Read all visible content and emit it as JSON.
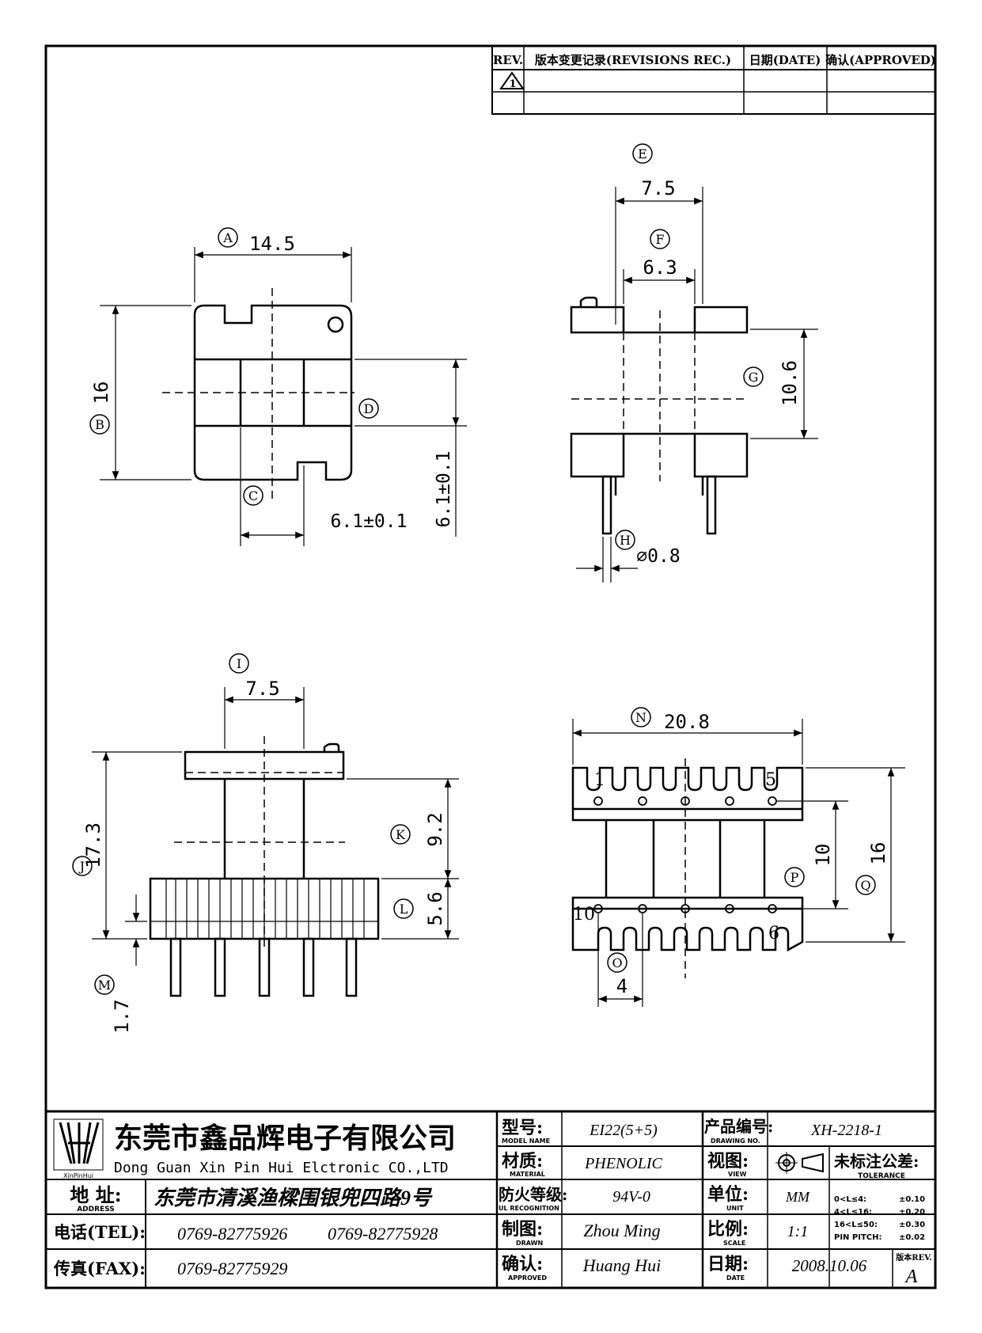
{
  "revision_block": {
    "headers": {
      "rev": "REV.",
      "record": "版本变更记录(REVISIONS REC.)",
      "date": "日期(DATE)",
      "approved": "确认(APPROVED)"
    },
    "rev_symbol": "1"
  },
  "view_top_left": {
    "callout_a": "A",
    "dim_a": "14.5",
    "callout_b": "B",
    "dim_b": "16",
    "callout_c": "C",
    "dim_c": "6.1±0.1",
    "callout_d": "D",
    "dim_d": "6.1±0.1"
  },
  "view_top_right": {
    "callout_e": "E",
    "dim_e": "7.5",
    "callout_f": "F",
    "dim_f": "6.3",
    "callout_g": "G",
    "dim_g": "10.6",
    "callout_h": "H",
    "dim_h": "⌀0.8"
  },
  "view_bottom_left": {
    "callout_i": "I",
    "dim_i": "7.5",
    "callout_j": "J",
    "dim_j": "17.3",
    "callout_k": "K",
    "dim_k": "9.2",
    "callout_l": "L",
    "dim_l": "5.6",
    "callout_m": "M",
    "dim_m": "1.7"
  },
  "view_bottom_right": {
    "callout_n": "N",
    "dim_n": "20.8",
    "callout_o": "O",
    "dim_o": "4",
    "callout_p": "P",
    "dim_p": "10",
    "callout_q": "Q",
    "dim_q": "16",
    "pin_1": "1",
    "pin_5": "5",
    "pin_6": "6",
    "pin_10": "10"
  },
  "title_block": {
    "company_cn": "东莞市鑫品辉电子有限公司",
    "company_en": "Dong Guan Xin Pin Hui Elctronic CO.,LTD",
    "logo_text": "XinPinHui",
    "address_label": "地 址:",
    "address_label_en": "ADDRESS",
    "address": "东莞市清溪渔樑围银兜四路9号",
    "tel_label": "电话(TEL):",
    "tel_1": "0769-82775926",
    "tel_2": "0769-82775928",
    "fax_label": "传真(FAX):",
    "fax": "0769-82775929",
    "model_label": "型号:",
    "model_label_en": "MODEL NAME",
    "model": "EI22(5+5)",
    "material_label": "材质:",
    "material_label_en": "MATERIAL",
    "material": "PHENOLIC",
    "ul_label": "防火等级:",
    "ul_label_en": "UL RECOGNITION",
    "ul": "94V-0",
    "drawn_label": "制图:",
    "drawn_label_en": "DRAWN",
    "drawn": "Zhou Ming",
    "approved_label": "确认:",
    "approved_label_en": "APPROVED",
    "approved": "Huang Hui",
    "drawing_no_label": "产品编号:",
    "drawing_no_label_en": "DRAWING NO.",
    "drawing_no": "XH-2218-1",
    "view_label": "视图:",
    "view_label_en": "VIEW",
    "unit_label": "单位:",
    "unit_label_en": "UNIT",
    "unit": "MM",
    "scale_label": "比例:",
    "scale_label_en": "SCALE",
    "scale": "1:1",
    "date_label": "日期:",
    "date_label_en": "DATE",
    "date": "2008.10.06",
    "tolerance_label": "未标注公差:",
    "tolerance_label_en": "TOLERANCE",
    "tolerances": [
      {
        "range": "0<L≤4:",
        "value": "±0.10"
      },
      {
        "range": "4<L≤16:",
        "value": "±0.20"
      },
      {
        "range": "16<L≤50:",
        "value": "±0.30"
      },
      {
        "range": "PIN PITCH:",
        "value": "±0.02"
      }
    ],
    "rev_label": "版本REV.",
    "rev": "A"
  }
}
